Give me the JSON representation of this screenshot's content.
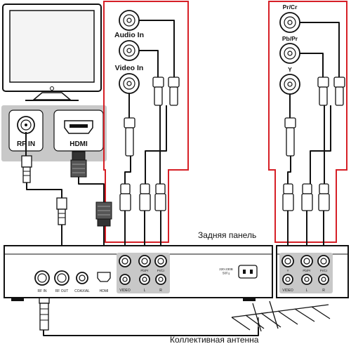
{
  "tv": {
    "rf_label": "RF IN",
    "hdmi_label": "HDMI"
  },
  "input_panel_left": {
    "jacks": [
      "Audio In",
      "Video In"
    ]
  },
  "input_panel_right": {
    "jacks": [
      "Pr/Cr",
      "Pb/Pr",
      "Y"
    ]
  },
  "receiver": {
    "rear_panel_title": "Задняя панель",
    "port_labels": [
      "RF IN",
      "RF OUT",
      "COAXIAL",
      "HDMI",
      "VIDEO",
      "L",
      "R"
    ],
    "right_port_labels": [
      "VIDEO",
      "L",
      "R"
    ],
    "mini_labels": [
      "Pb/Pr",
      "Pr/Cr"
    ],
    "power_text": "220-230В\n50Гц"
  },
  "antenna": {
    "label": "Коллективная антенна"
  },
  "colors": {
    "panel_gray": "#c8c8c8",
    "border_red": "#d61f26",
    "line": "#111111"
  }
}
